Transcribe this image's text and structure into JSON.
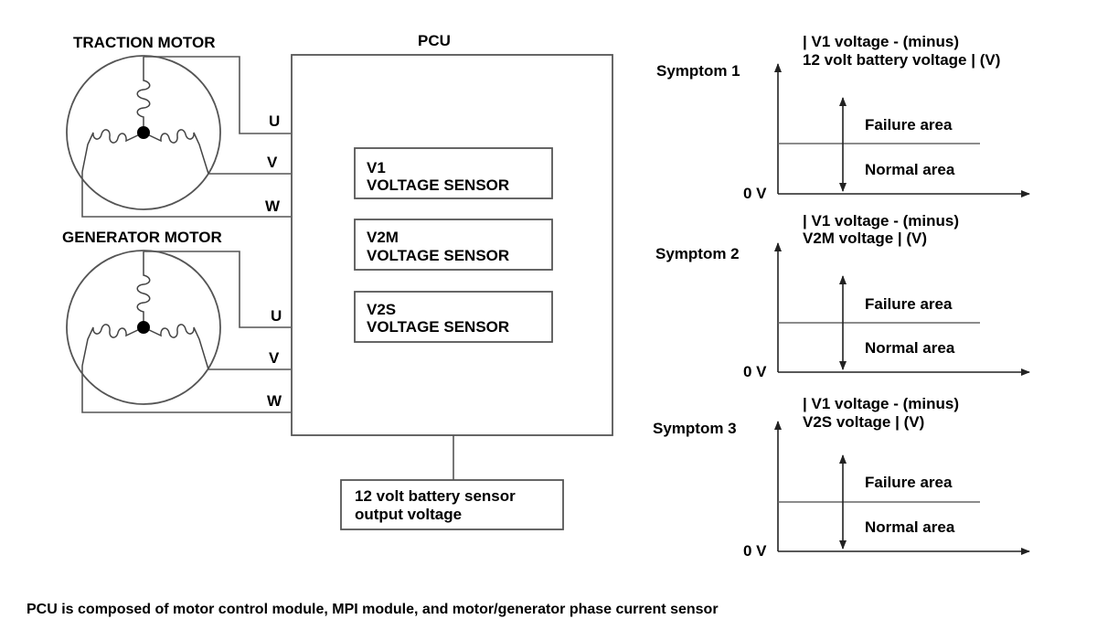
{
  "motors": {
    "traction_label": "TRACTION MOTOR",
    "generator_label": "GENERATOR MOTOR",
    "traction_phases": [
      "U",
      "V",
      "W"
    ],
    "generator_phases": [
      "U",
      "V",
      "W"
    ]
  },
  "pcu": {
    "title": "PCU",
    "sensors": [
      {
        "line1": "V1",
        "line2": "VOLTAGE SENSOR"
      },
      {
        "line1": "V2M",
        "line2": "VOLTAGE SENSOR"
      },
      {
        "line1": "V2S",
        "line2": "VOLTAGE SENSOR"
      }
    ]
  },
  "battery": {
    "line1": "12 volt battery sensor",
    "line2": "output voltage"
  },
  "symptoms": [
    {
      "label": "Symptom 1",
      "yaxis_line1": "| V1 voltage - (minus)",
      "yaxis_line2": "12 volt battery voltage | (V)",
      "failure": "Failure area",
      "normal": "Normal area",
      "zero": "0 V"
    },
    {
      "label": "Symptom 2",
      "yaxis_line1": "| V1 voltage - (minus)",
      "yaxis_line2": "V2M voltage | (V)",
      "failure": "Failure area",
      "normal": "Normal area",
      "zero": "0 V"
    },
    {
      "label": "Symptom 3",
      "yaxis_line1": "| V1 voltage - (minus)",
      "yaxis_line2": "V2S voltage | (V)",
      "failure": "Failure area",
      "normal": "Normal area",
      "zero": "0 V"
    }
  ],
  "footnote": "PCU is composed of motor control module, MPI module, and motor/generator phase current sensor"
}
